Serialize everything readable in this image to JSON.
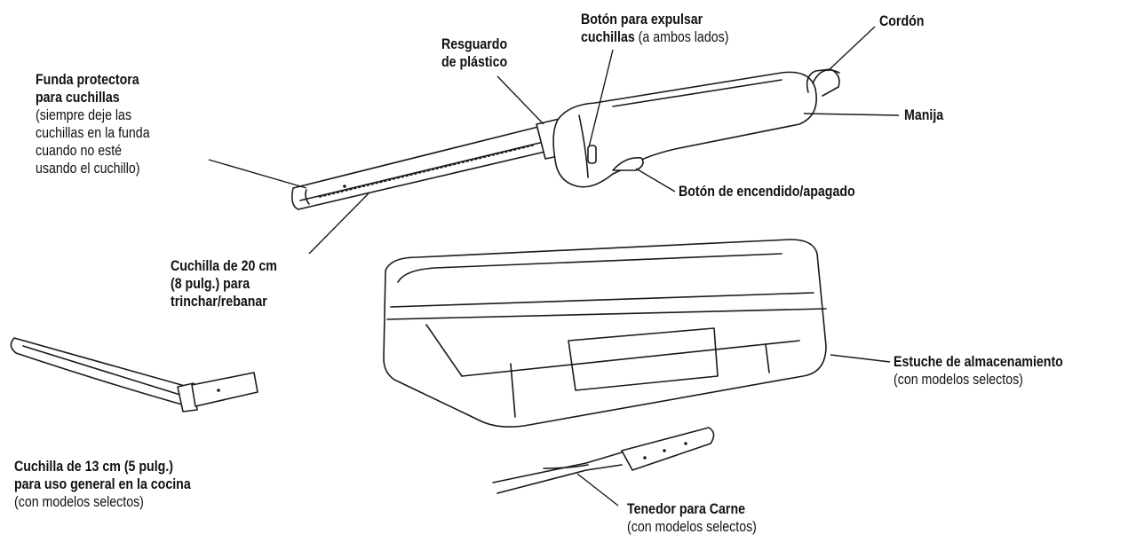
{
  "labels": {
    "funda": {
      "bold": [
        "Funda protectora",
        "para cuchillas"
      ],
      "normal": [
        "(siempre deje las",
        "cuchillas en la funda",
        "cuando no esté",
        "usando el cuchillo)"
      ]
    },
    "resguardo": {
      "bold": [
        "Resguardo",
        "de plástico"
      ]
    },
    "boton_expulsar": {
      "bold": [
        "Botón para expulsar"
      ],
      "mixed": {
        "bold": "cuchillas",
        "normal": " (a ambos lados)"
      }
    },
    "cordon": {
      "bold": "Cordón"
    },
    "manija": {
      "bold": "Manija"
    },
    "boton_encendido": {
      "bold": "Botón de encendido/apagado"
    },
    "cuchilla_20": {
      "bold": [
        "Cuchilla de 20 cm",
        "(8 pulg.) para",
        "trinchar/rebanar"
      ]
    },
    "estuche": {
      "bold": "Estuche de almacenamiento",
      "normal": "(con modelos selectos)"
    },
    "cuchilla_13": {
      "bold": [
        "Cuchilla de 13 cm (5 pulg.)",
        "para uso general en la cocina"
      ],
      "normal": "(con modelos selectos)"
    },
    "tenedor": {
      "bold": "Tenedor para Carne",
      "normal": "(con modelos selectos)"
    }
  }
}
